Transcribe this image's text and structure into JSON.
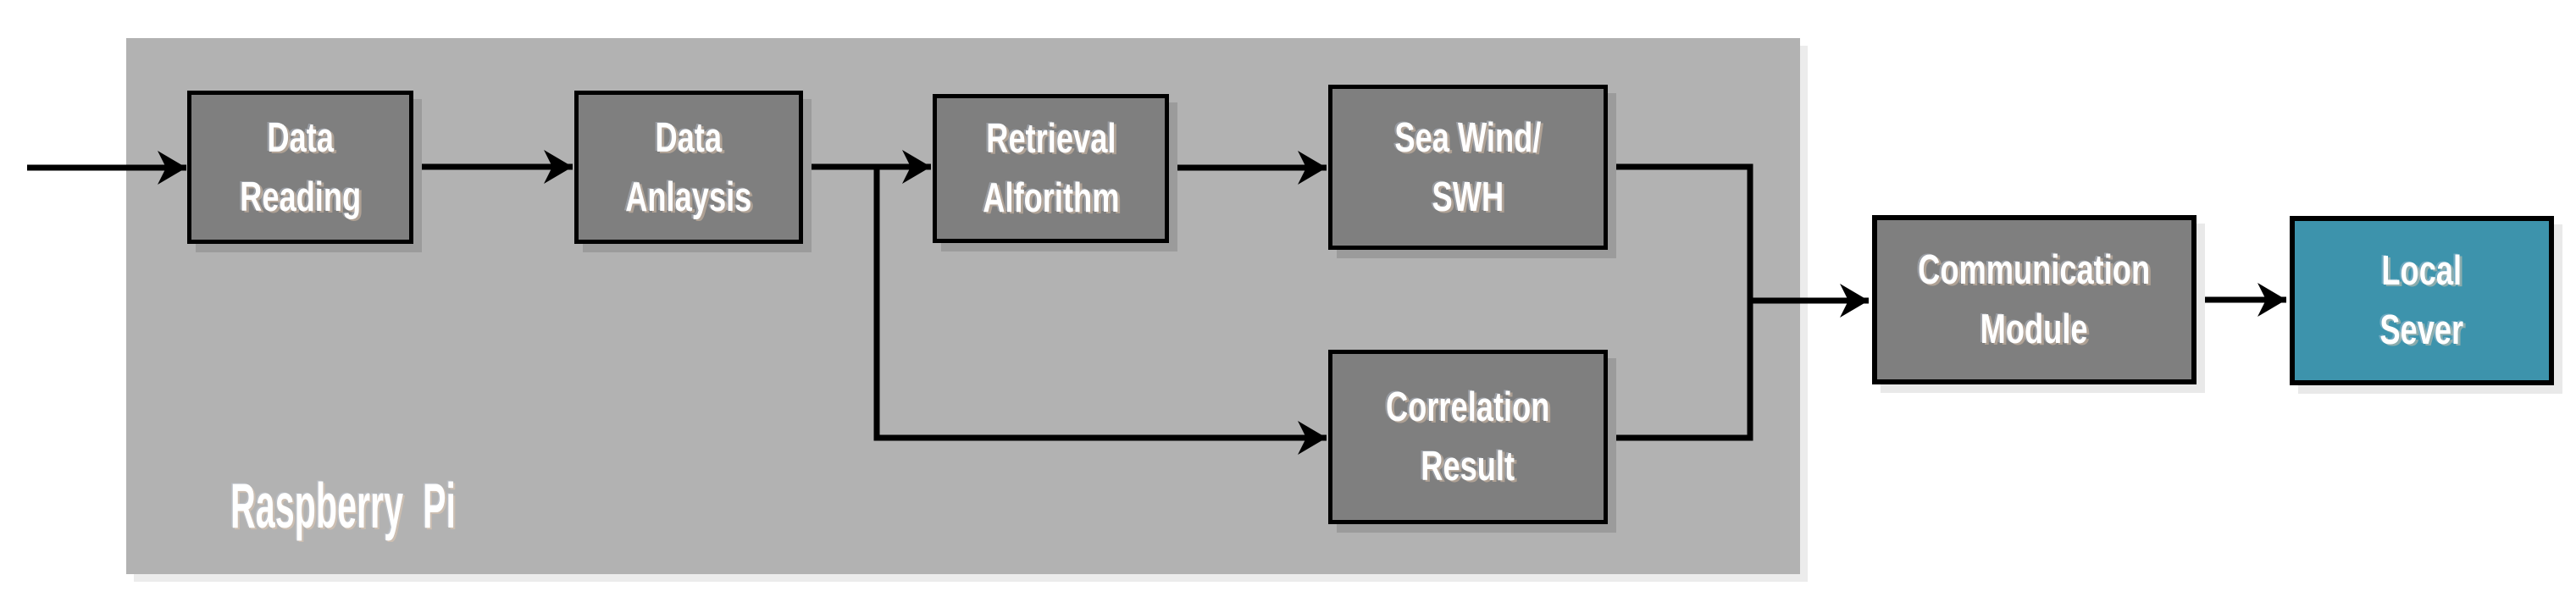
{
  "diagram": {
    "container": {
      "label": "Raspberry  Pi"
    },
    "nodes": [
      {
        "id": "data-reading",
        "label": "Data\nReading"
      },
      {
        "id": "data-analysis",
        "label": "Data\nAnlaysis"
      },
      {
        "id": "retrieval-algorithm",
        "label": "Retrieval\nAlforithm"
      },
      {
        "id": "sea-wind-swh",
        "label": "Sea Wind/\nSWH"
      },
      {
        "id": "correlation-result",
        "label": "Correlation\nResult"
      },
      {
        "id": "communication-module",
        "label": "Communication\nModule"
      },
      {
        "id": "local-server",
        "label": "Local\nSever"
      }
    ],
    "colors": {
      "page-bg": "#ffffff",
      "container-fill": "#b2b2b2",
      "container-shadow": "#ececec",
      "node-fill": "#7f7f7f",
      "node-shadow": "#9b9b9b",
      "outside-shadow": "#e9e9e9",
      "server-fill": "#3d93ac",
      "line": "#000000",
      "label-text": "#ffffff"
    }
  }
}
